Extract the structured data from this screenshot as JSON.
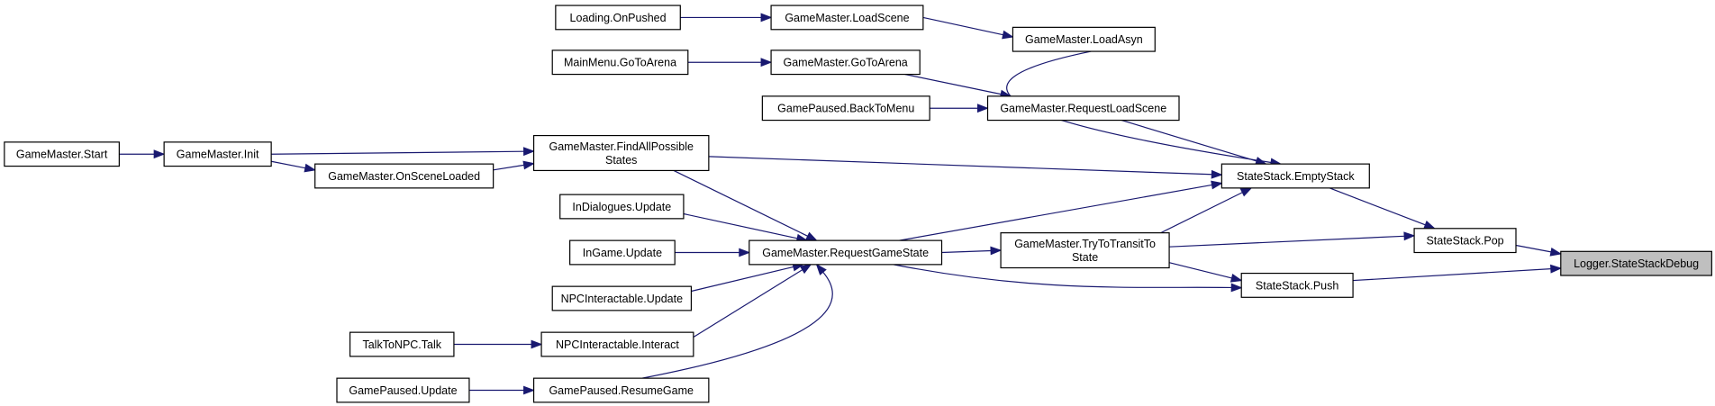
{
  "nodes": {
    "loading_onpushed": [
      "Loading.OnPushed"
    ],
    "gm_loadscene": [
      "GameMaster.LoadScene"
    ],
    "gm_loadasyn": [
      "GameMaster.LoadAsyn"
    ],
    "mainmenu_gotoarena": [
      "MainMenu.GoToArena"
    ],
    "gm_gotoarena": [
      "GameMaster.GoToArena"
    ],
    "gamepaused_backtomenu": [
      "GamePaused.BackToMenu"
    ],
    "gm_requestloadscene": [
      "GameMaster.RequestLoadScene"
    ],
    "gm_start": [
      "GameMaster.Start"
    ],
    "gm_init": [
      "GameMaster.Init"
    ],
    "gm_findallpossible": [
      "GameMaster.FindAllPossible",
      "States"
    ],
    "gm_onsceneloaded": [
      "GameMaster.OnSceneLoaded"
    ],
    "statestack_emptystack": [
      "StateStack.EmptyStack"
    ],
    "indialogues_update": [
      "InDialogues.Update"
    ],
    "ingame_update": [
      "InGame.Update"
    ],
    "gm_requestgamestate": [
      "GameMaster.RequestGameState"
    ],
    "gm_trytotransit": [
      "GameMaster.TryToTransitTo",
      "State"
    ],
    "statestack_pop": [
      "StateStack.Pop"
    ],
    "logger_statestackdebug": [
      "Logger.StateStackDebug"
    ],
    "npc_update": [
      "NPCInteractable.Update"
    ],
    "statestack_push": [
      "StateStack.Push"
    ],
    "talktonpc_talk": [
      "TalkToNPC.Talk"
    ],
    "npc_interact": [
      "NPCInteractable.Interact"
    ],
    "gamepaused_update": [
      "GamePaused.Update"
    ],
    "gamepaused_resumegame": [
      "GamePaused.ResumeGame"
    ]
  },
  "colors": {
    "edge": "#191970",
    "node_border": "#000000",
    "node_fill": "#ffffff",
    "root_fill": "#bfbfbf"
  }
}
